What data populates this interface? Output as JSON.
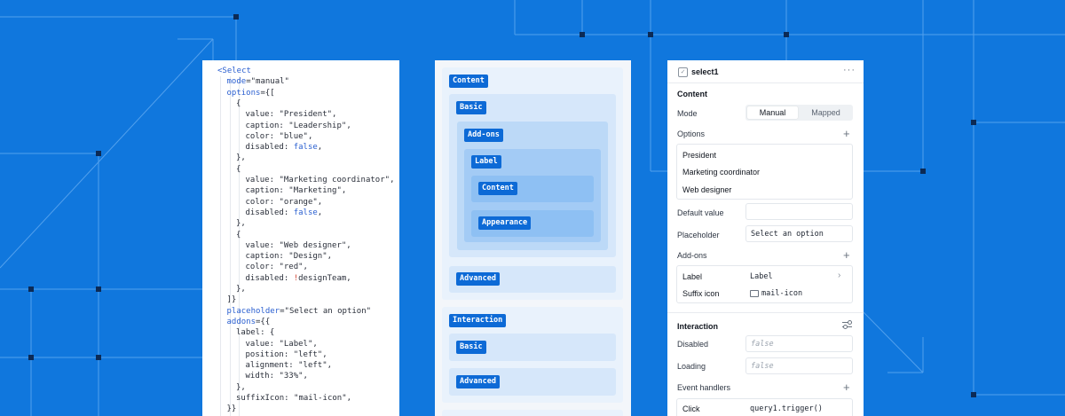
{
  "code_panel": {
    "lines": [
      {
        "i": 0,
        "p": [
          [
            "tag",
            "<Select"
          ]
        ]
      },
      {
        "i": 1,
        "p": [
          [
            "attr",
            "mode"
          ],
          [
            "plain",
            "="
          ],
          [
            "str",
            "\"manual\""
          ]
        ]
      },
      {
        "i": 1,
        "p": [
          [
            "attr",
            "options"
          ],
          [
            "plain",
            "={["
          ]
        ]
      },
      {
        "i": 2,
        "p": [
          [
            "plain",
            "{"
          ]
        ]
      },
      {
        "i": 3,
        "p": [
          [
            "plain",
            "value: "
          ],
          [
            "str",
            "\"President\""
          ],
          [
            "plain",
            ","
          ]
        ]
      },
      {
        "i": 3,
        "p": [
          [
            "plain",
            "caption: "
          ],
          [
            "str",
            "\"Leadership\""
          ],
          [
            "plain",
            ","
          ]
        ]
      },
      {
        "i": 3,
        "p": [
          [
            "plain",
            "color: "
          ],
          [
            "str",
            "\"blue\""
          ],
          [
            "plain",
            ","
          ]
        ]
      },
      {
        "i": 3,
        "p": [
          [
            "plain",
            "disabled: "
          ],
          [
            "kw",
            "false"
          ],
          [
            "plain",
            ","
          ]
        ]
      },
      {
        "i": 2,
        "p": [
          [
            "plain",
            "},"
          ]
        ]
      },
      {
        "i": 2,
        "p": [
          [
            "plain",
            "{"
          ]
        ]
      },
      {
        "i": 3,
        "p": [
          [
            "plain",
            "value: "
          ],
          [
            "str",
            "\"Marketing coordinator\""
          ],
          [
            "plain",
            ","
          ]
        ]
      },
      {
        "i": 3,
        "p": [
          [
            "plain",
            "caption: "
          ],
          [
            "str",
            "\"Marketing\""
          ],
          [
            "plain",
            ","
          ]
        ]
      },
      {
        "i": 3,
        "p": [
          [
            "plain",
            "color: "
          ],
          [
            "str",
            "\"orange\""
          ],
          [
            "plain",
            ","
          ]
        ]
      },
      {
        "i": 3,
        "p": [
          [
            "plain",
            "disabled: "
          ],
          [
            "kw",
            "false"
          ],
          [
            "plain",
            ","
          ]
        ]
      },
      {
        "i": 2,
        "p": [
          [
            "plain",
            "},"
          ]
        ]
      },
      {
        "i": 2,
        "p": [
          [
            "plain",
            "{"
          ]
        ]
      },
      {
        "i": 3,
        "p": [
          [
            "plain",
            "value: "
          ],
          [
            "str",
            "\"Web designer\""
          ],
          [
            "plain",
            ","
          ]
        ]
      },
      {
        "i": 3,
        "p": [
          [
            "plain",
            "caption: "
          ],
          [
            "str",
            "\"Design\""
          ],
          [
            "plain",
            ","
          ]
        ]
      },
      {
        "i": 3,
        "p": [
          [
            "plain",
            "color: "
          ],
          [
            "str",
            "\"red\""
          ],
          [
            "plain",
            ","
          ]
        ]
      },
      {
        "i": 3,
        "p": [
          [
            "plain",
            "disabled: "
          ],
          [
            "op",
            "!"
          ],
          [
            "plain",
            "designTeam,"
          ]
        ]
      },
      {
        "i": 2,
        "p": [
          [
            "plain",
            "},"
          ]
        ]
      },
      {
        "i": 1,
        "p": [
          [
            "plain",
            "]}"
          ]
        ]
      },
      {
        "i": 1,
        "p": [
          [
            "attr",
            "placeholder"
          ],
          [
            "plain",
            "="
          ],
          [
            "str",
            "\"Select an option\""
          ]
        ]
      },
      {
        "i": 1,
        "p": [
          [
            "attr",
            "addons"
          ],
          [
            "plain",
            "={{"
          ]
        ]
      },
      {
        "i": 2,
        "p": [
          [
            "plain",
            "label: {"
          ]
        ]
      },
      {
        "i": 3,
        "p": [
          [
            "plain",
            "value: "
          ],
          [
            "str",
            "\"Label\""
          ],
          [
            "plain",
            ","
          ]
        ]
      },
      {
        "i": 3,
        "p": [
          [
            "plain",
            "position: "
          ],
          [
            "str",
            "\"left\""
          ],
          [
            "plain",
            ","
          ]
        ]
      },
      {
        "i": 3,
        "p": [
          [
            "plain",
            "alignment: "
          ],
          [
            "str",
            "\"left\""
          ],
          [
            "plain",
            ","
          ]
        ]
      },
      {
        "i": 3,
        "p": [
          [
            "plain",
            "width: "
          ],
          [
            "str",
            "\"33%\""
          ],
          [
            "plain",
            ","
          ]
        ]
      },
      {
        "i": 2,
        "p": [
          [
            "plain",
            "},"
          ]
        ]
      },
      {
        "i": 2,
        "p": [
          [
            "plain",
            "suffixIcon: "
          ],
          [
            "str",
            "\"mail-icon\""
          ],
          [
            "plain",
            ","
          ]
        ]
      },
      {
        "i": 1,
        "p": [
          [
            "plain",
            "}}"
          ]
        ]
      }
    ]
  },
  "structure_panel": {
    "content_label": "Content",
    "basic_label": "Basic",
    "addons_label": "Add-ons",
    "label_label": "Label",
    "inner_content_label": "Content",
    "appearance_label": "Appearance",
    "advanced_label": "Advanced",
    "interaction_label": "Interaction",
    "interaction_basic_label": "Basic",
    "interaction_advanced_label": "Advanced"
  },
  "inspector": {
    "component_name": "select1",
    "component_icon": "checkbox-icon",
    "menu_icon": "more-horizontal-icon",
    "content_header": "Content",
    "mode_label": "Mode",
    "mode_options": [
      "Manual",
      "Mapped"
    ],
    "mode_selected": "Manual",
    "options_label": "Options",
    "options": [
      "President",
      "Marketing coordinator",
      "Web designer"
    ],
    "default_value_label": "Default value",
    "default_value": "",
    "placeholder_label": "Placeholder",
    "placeholder_value": "Select an option",
    "addons_label": "Add-ons",
    "addon_label_key": "Label",
    "addon_label_value": "Label",
    "addon_suffix_key": "Suffix icon",
    "addon_suffix_value": "mail-icon",
    "interaction_header": "Interaction",
    "disabled_label": "Disabled",
    "disabled_value": "false",
    "loading_label": "Loading",
    "loading_value": "false",
    "event_handlers_label": "Event handlers",
    "event_click_label": "Click",
    "event_click_value": "query1.trigger()"
  },
  "colors": {
    "background": "#1077dd",
    "accent": "#0d6ad6",
    "grid_line": "#5aa6f0"
  }
}
